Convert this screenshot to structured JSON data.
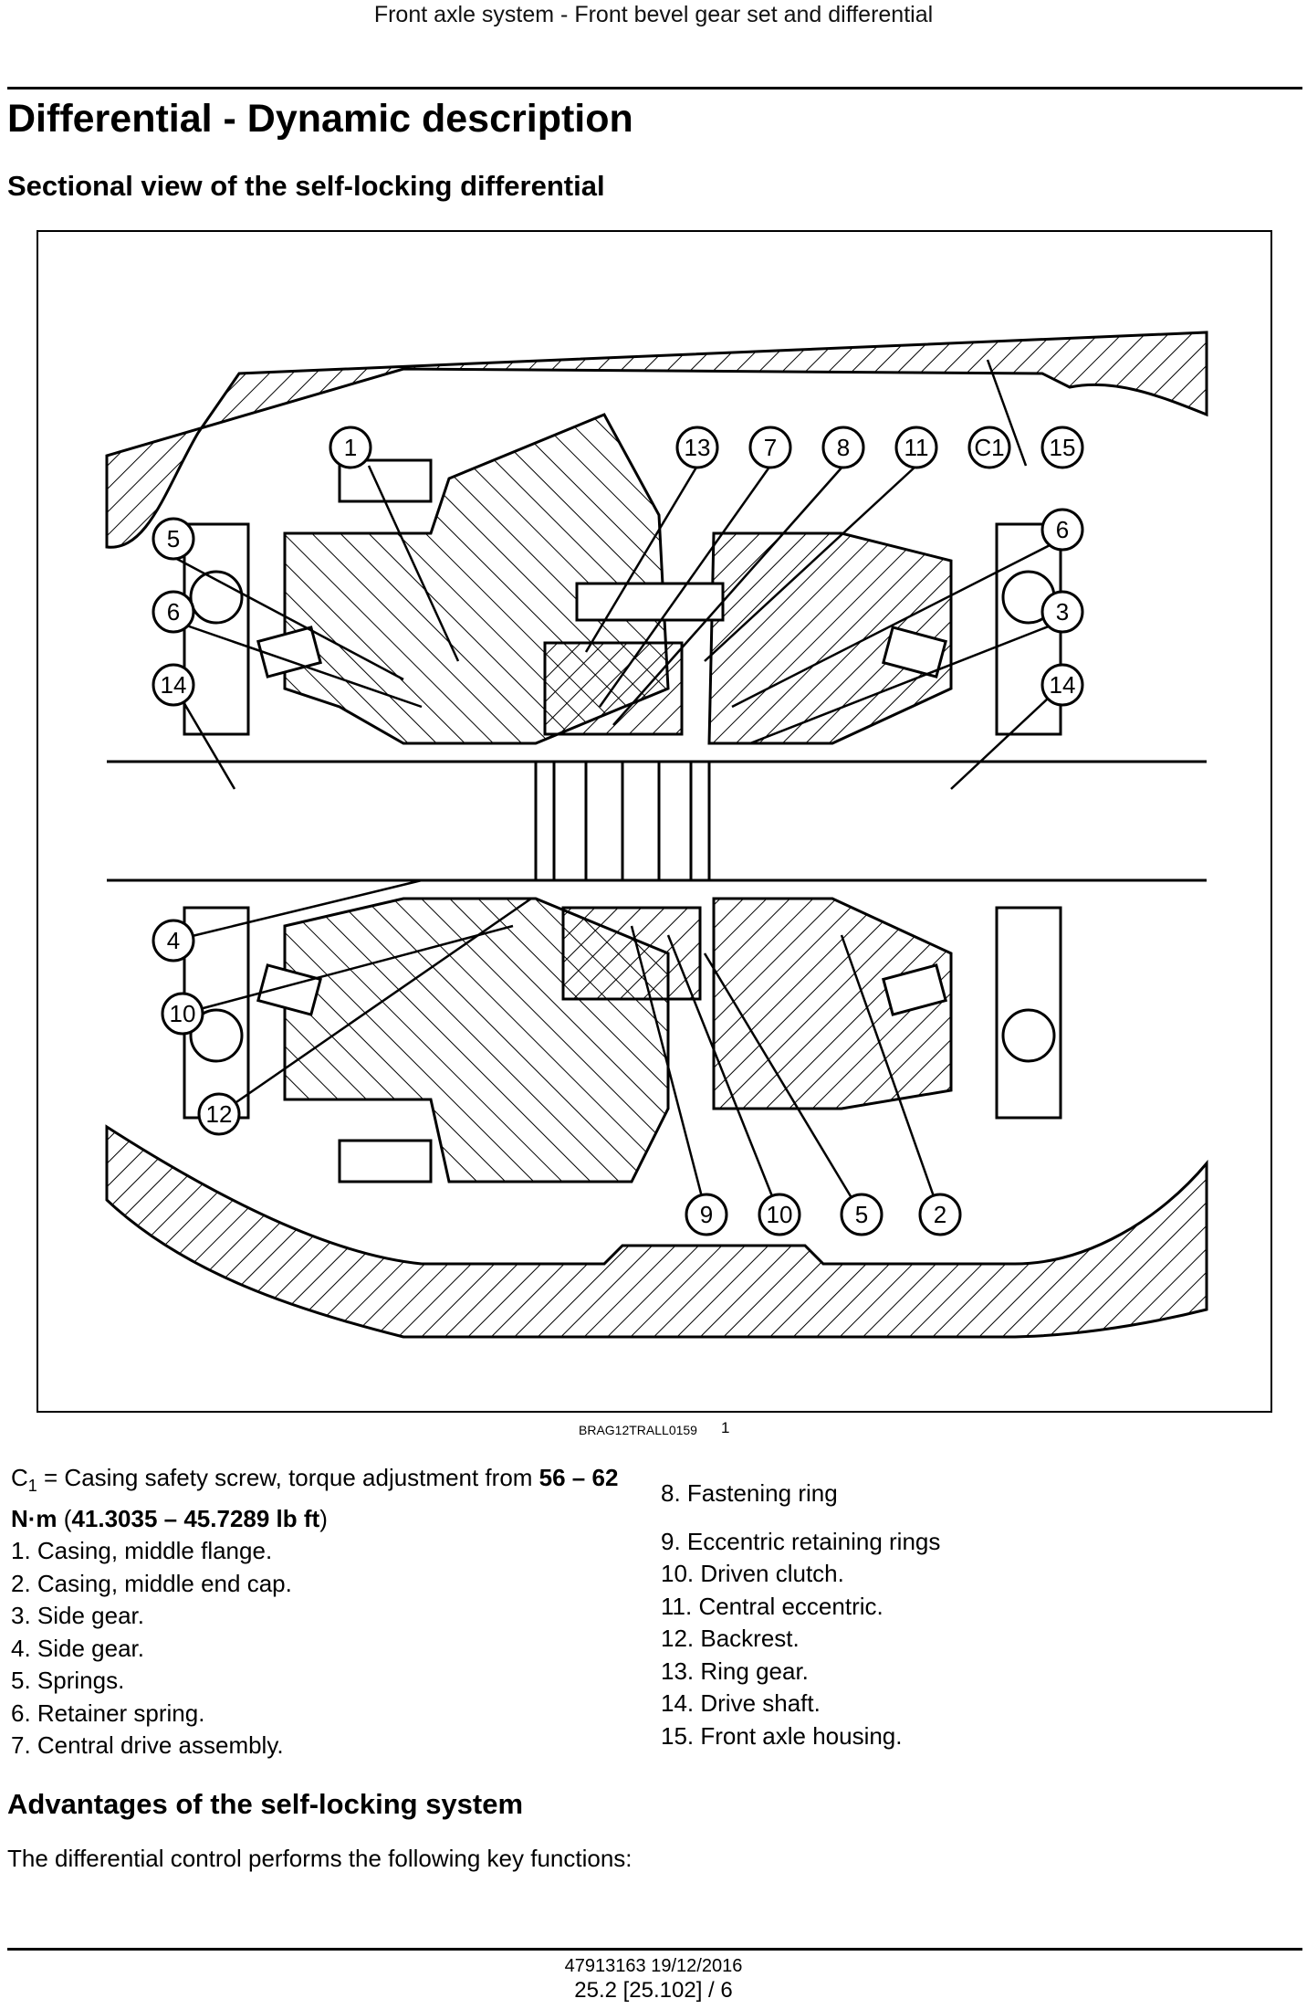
{
  "header": {
    "running_title": "Front axle system - Front bevel gear set and differential"
  },
  "page": {
    "title": "Differential - Dynamic description",
    "section_title": "Sectional view of the self-locking differential"
  },
  "figure": {
    "id": "BRAG12TRALL0159",
    "number": "1",
    "callouts": [
      "1",
      "13",
      "7",
      "8",
      "11",
      "C1",
      "15",
      "5",
      "6",
      "6",
      "3",
      "14",
      "14",
      "4",
      "10",
      "12",
      "9",
      "10",
      "5",
      "2"
    ]
  },
  "legend": {
    "c1_prefix": "C",
    "c1_sub": "1",
    "c1_text": " = Casing safety screw, torque adjustment from ",
    "c1_value": "56 – 62 N·m",
    "c1_open": " (",
    "c1_imperial": "41.3035 – 45.7289 lb ft",
    "c1_close": ")",
    "left_items": [
      "1.  Casing, middle flange.",
      "2.  Casing, middle end cap.",
      "3.  Side gear.",
      "4.  Side gear.",
      "5.  Springs.",
      "6.  Retainer spring.",
      "7.  Central drive assembly."
    ],
    "right_items": [
      "8.  Fastening ring",
      "9.  Eccentric retaining rings",
      "10.  Driven clutch.",
      "11.  Central eccentric.",
      "12.  Backrest.",
      "13.  Ring gear.",
      "14.  Drive shaft.",
      "15.  Front axle housing."
    ]
  },
  "advantages": {
    "title": "Advantages of the self-locking system",
    "intro": "The differential control performs the following key functions:"
  },
  "footer": {
    "doc_ref": "47913163 19/12/2016",
    "page_ref": "25.2 [25.102] / 6"
  }
}
